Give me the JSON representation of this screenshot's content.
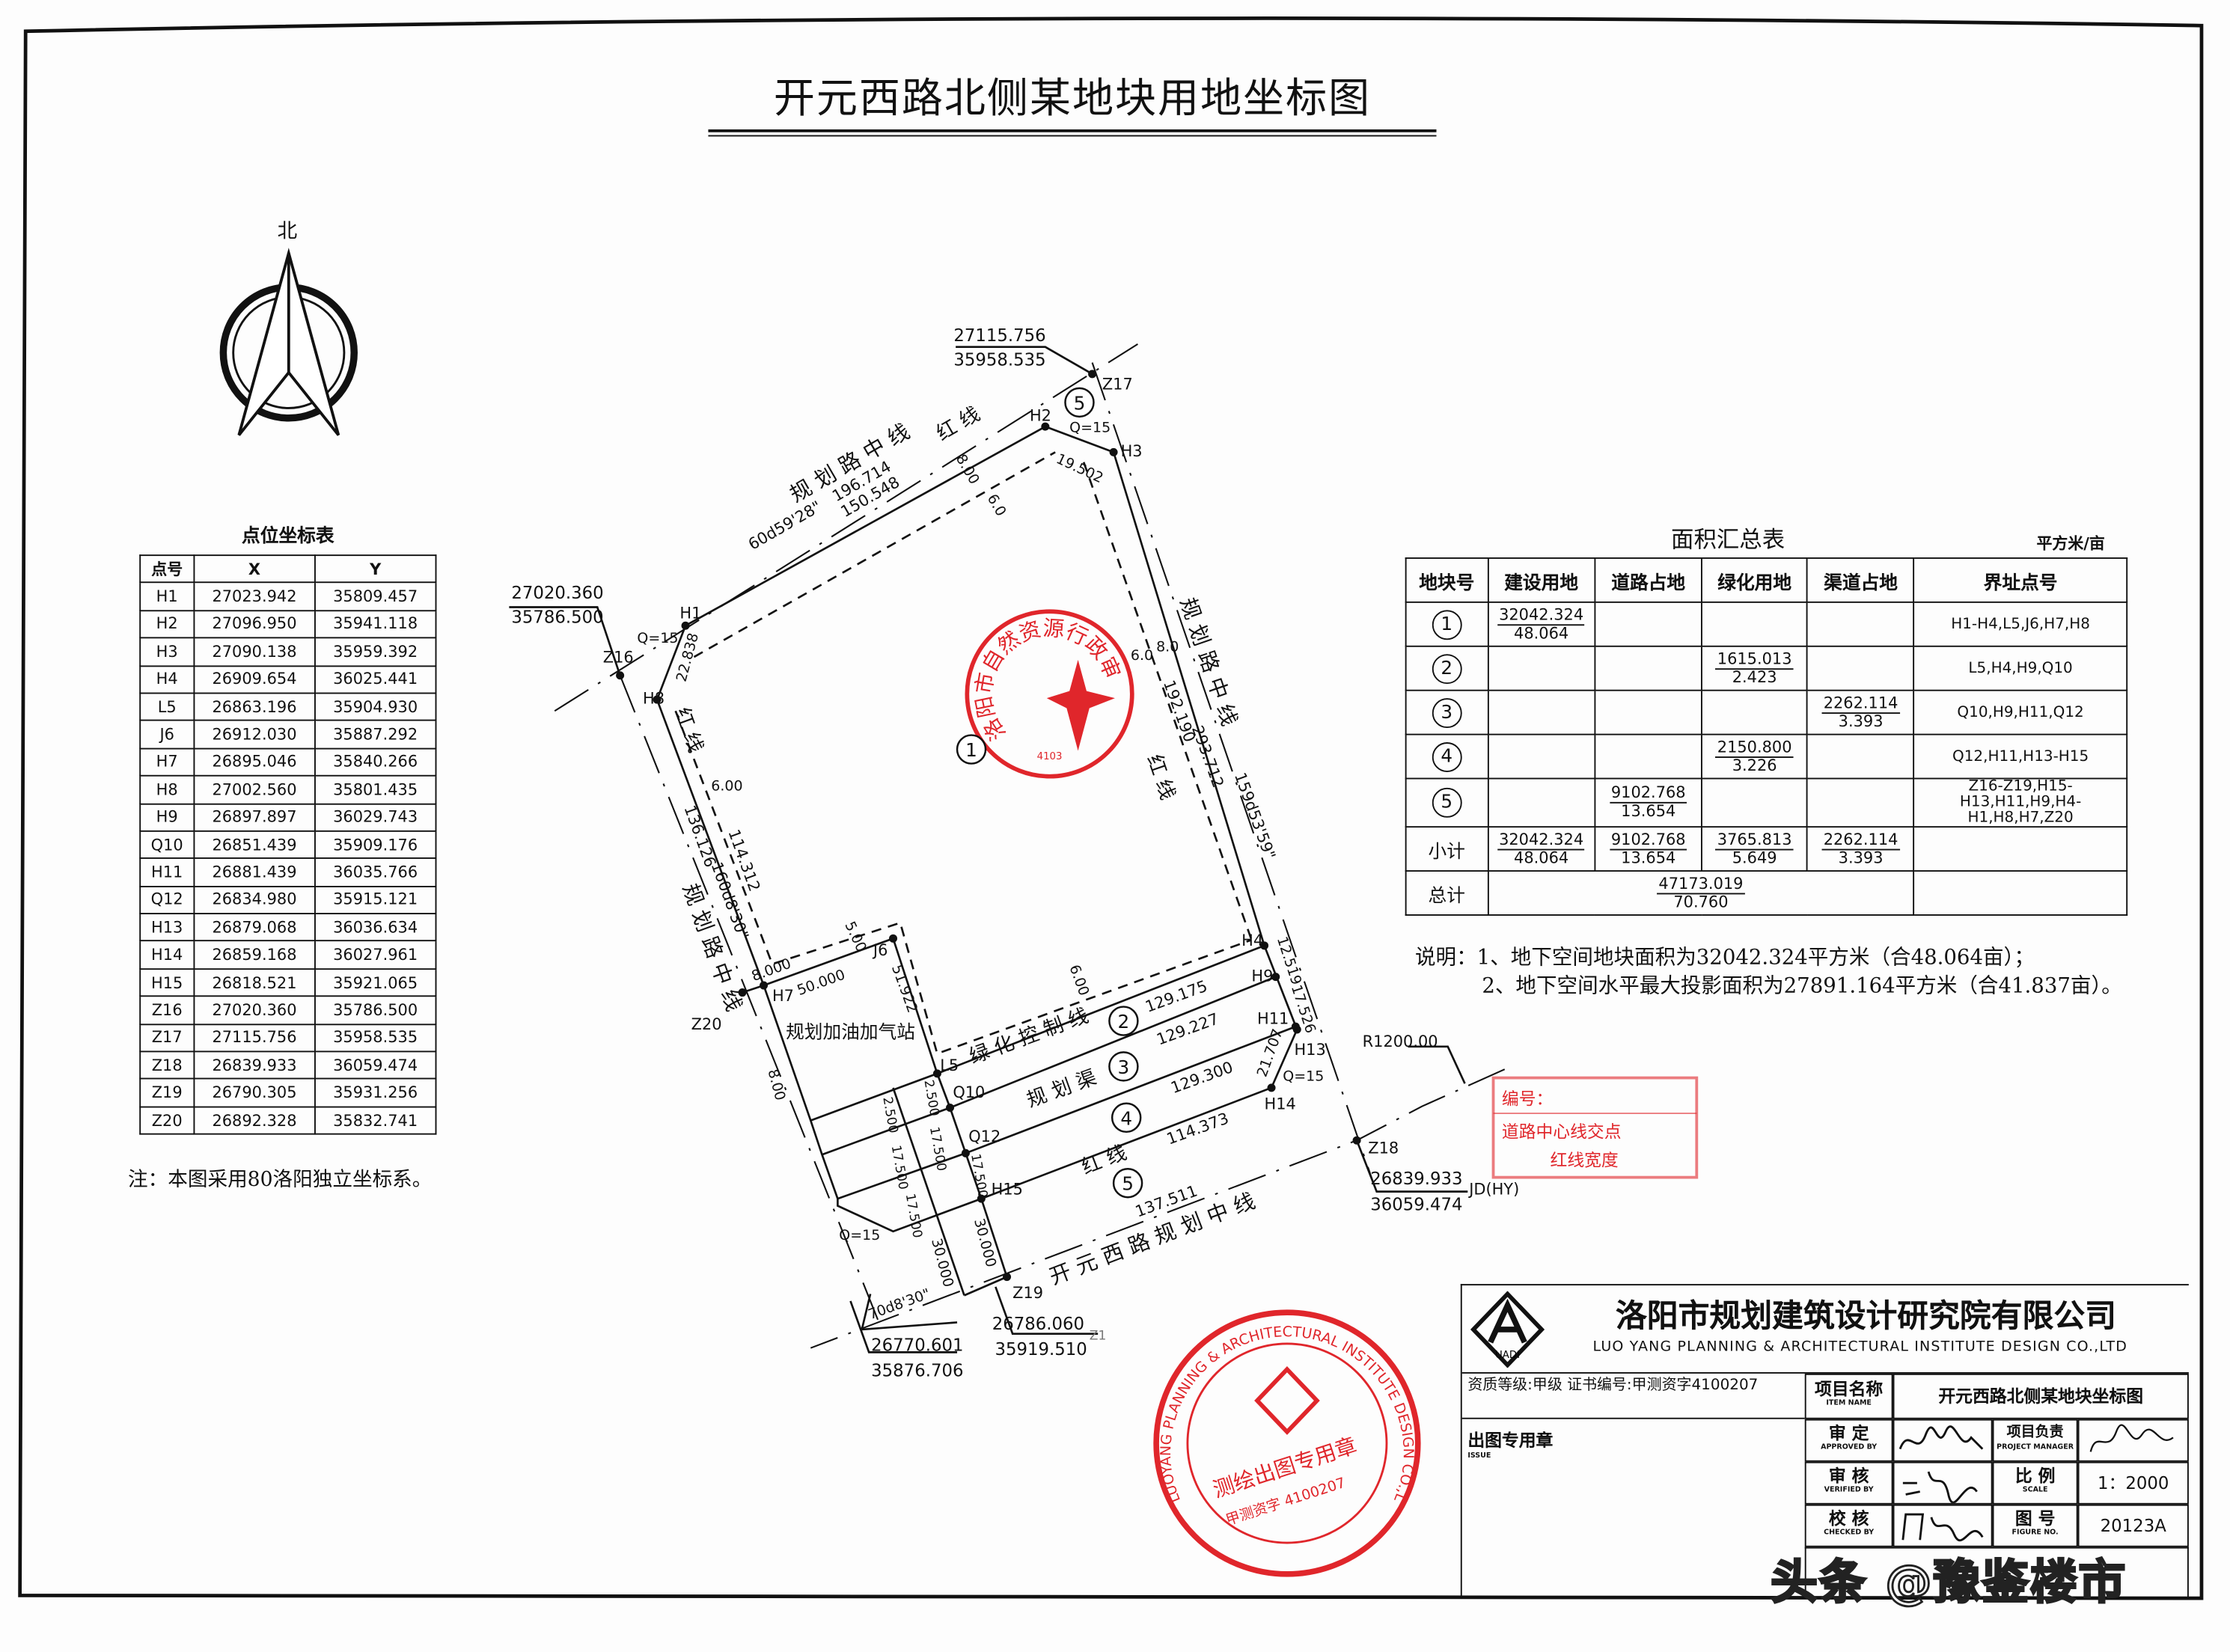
{
  "title": "开元西路北侧某地块用地坐标图",
  "north_label": "北",
  "coord_table": {
    "title": "点位坐标表",
    "headers": [
      "点号",
      "X",
      "Y"
    ],
    "rows": [
      [
        "H1",
        "27023.942",
        "35809.457"
      ],
      [
        "H2",
        "27096.950",
        "35941.118"
      ],
      [
        "H3",
        "27090.138",
        "35959.392"
      ],
      [
        "H4",
        "26909.654",
        "36025.441"
      ],
      [
        "L5",
        "26863.196",
        "35904.930"
      ],
      [
        "J6",
        "26912.030",
        "35887.292"
      ],
      [
        "H7",
        "26895.046",
        "35840.266"
      ],
      [
        "H8",
        "27002.560",
        "35801.435"
      ],
      [
        "H9",
        "26897.897",
        "36029.743"
      ],
      [
        "Q10",
        "26851.439",
        "35909.176"
      ],
      [
        "H11",
        "26881.439",
        "36035.766"
      ],
      [
        "Q12",
        "26834.980",
        "35915.121"
      ],
      [
        "H13",
        "26879.068",
        "36036.634"
      ],
      [
        "H14",
        "26859.168",
        "36027.961"
      ],
      [
        "H15",
        "26818.521",
        "35921.065"
      ],
      [
        "Z16",
        "27020.360",
        "35786.500"
      ],
      [
        "Z17",
        "27115.756",
        "35958.535"
      ],
      [
        "Z18",
        "26839.933",
        "36059.474"
      ],
      [
        "Z19",
        "26790.305",
        "35931.256"
      ],
      [
        "Z20",
        "26892.328",
        "35832.741"
      ]
    ],
    "note": "注：本图采用80洛阳独立坐标系。"
  },
  "area_table": {
    "title": "面积汇总表",
    "unit": "平方米/亩",
    "headers": [
      "地块号",
      "建设用地",
      "道路占地",
      "绿化用地",
      "渠道占地",
      "界址点号"
    ],
    "rows": [
      {
        "block": "1",
        "cells": [
          {
            "sqm": "32042.324",
            "mu": "48.064"
          },
          null,
          null,
          null
        ],
        "points": "H1-H4,L5,J6,H7,H8"
      },
      {
        "block": "2",
        "cells": [
          null,
          null,
          {
            "sqm": "1615.013",
            "mu": "2.423"
          },
          null
        ],
        "points": "L5,H4,H9,Q10"
      },
      {
        "block": "3",
        "cells": [
          null,
          null,
          null,
          {
            "sqm": "2262.114",
            "mu": "3.393"
          }
        ],
        "points": "Q10,H9,H11,Q12"
      },
      {
        "block": "4",
        "cells": [
          null,
          null,
          {
            "sqm": "2150.800",
            "mu": "3.226"
          },
          null
        ],
        "points": "Q12,H11,H13-H15"
      },
      {
        "block": "5",
        "cells": [
          null,
          {
            "sqm": "9102.768",
            "mu": "13.654"
          },
          null,
          null
        ],
        "points": "Z16-Z19,H15-H13,H11,H9,H4-H1,H8,H7,Z20"
      },
      {
        "block": "小计",
        "cells": [
          {
            "sqm": "32042.324",
            "mu": "48.064"
          },
          {
            "sqm": "9102.768",
            "mu": "13.654"
          },
          {
            "sqm": "3765.813",
            "mu": "5.649"
          },
          {
            "sqm": "2262.114",
            "mu": "3.393"
          }
        ],
        "points": ""
      }
    ],
    "total_label": "总计",
    "total": {
      "sqm": "47173.019",
      "mu": "70.760"
    },
    "notes": [
      "说明：1、地下空间地块面积为32042.324平方米（合48.064亩）；",
      "2、地下空间水平最大投影面积为27891.164平方米（合41.837亩）。"
    ]
  },
  "drawing": {
    "z17_x": "27115.756",
    "z17_y": "35958.535",
    "z16_x": "27020.360",
    "z16_y": "35786.500",
    "z18_x": "26839.933",
    "z18_y": "36059.474",
    "sw_x": "26770.601",
    "sw_y": "35876.706",
    "z19_x": "26786.060",
    "z19_y": "35919.510",
    "z19_tag": "Z1",
    "Z17": "Z17",
    "Z16": "Z16",
    "H2": "H2",
    "H3": "H3",
    "H1": "H1",
    "H8": "H8",
    "J6": "J6",
    "H7": "H7",
    "Z20": "Z20",
    "L5": "L5",
    "Q10": "Q10",
    "Q12": "Q12",
    "H15": "H15",
    "Z19": "Z19",
    "H4": "H4",
    "H9": "H9",
    "H11": "H11",
    "H13": "H13",
    "H14": "H14",
    "Z18": "Z18",
    "JD": "JD(HY)",
    "q15": "Q=15",
    "d_19502": "19.502",
    "d_22838": "22.838",
    "d_196714": "196.714",
    "d_150548": "150.548",
    "a_north": "60d59'28\"",
    "d_n800": "8.00",
    "d_n60": "6.0",
    "d_e60": "6.0",
    "d_e80": "8.0",
    "d_192190": "192.190",
    "d_293712": "293.712",
    "a_east": "159d53'59\"",
    "d_w600": "6.00",
    "d_136126": "136.126",
    "d_114312": "114.312",
    "a_west": "160d8'30\"",
    "d_8000": "8.000",
    "d_50000": "50.000",
    "d_g500": "5.00",
    "d_51922": "51.922",
    "d_w800": "8.00",
    "d_green600": "6.00",
    "d_129175": "129.175",
    "d_129227": "129.227",
    "d_129300": "129.300",
    "d_114373": "114.373",
    "d_137511": "137.511",
    "d_12519": "12.519",
    "d_17526": "17.526",
    "d_21707": "21.707",
    "d_2500": "2.500",
    "d_17500": "17.500",
    "d_30000": "30.000",
    "a_south": "70d8'30\"",
    "radius": "R1200.00",
    "road_north": "规 划 路 中 线",
    "road_east": "规 划 路 中 线",
    "road_west": "规 划 路 中 线",
    "road_south": "开 元 西 路 规 划 中 线",
    "red_line": "红 线",
    "gas_station": "规划加油加气站",
    "green_line": "绿 化 控 制 线",
    "channel": "规 划 渠",
    "block_1": "1",
    "block_2": "2",
    "block_3": "3",
    "block_4": "4",
    "block_5": "5"
  },
  "stamps": {
    "land_stamp": "洛阳市自然资源行政审",
    "land_stamp_code": "4103",
    "jd_stamp": [
      "编号：",
      "道路中心线交点",
      "红线宽度"
    ],
    "issue_stamp_main": "测绘出图专用章",
    "issue_stamp_code": "甲测资字 4100207",
    "issue_stamp_ring": "LUOYANG PLANNING & ARCHITECTURAL INSTITUTE DESIGN CO.,LTD",
    "stamp_color": "#e0262b"
  },
  "title_block": {
    "company": "洛阳市规划建筑设计研究院有限公司",
    "company_en": "LUO YANG PLANNING & ARCHITECTURAL INSTITUTE DESIGN CO.,LTD",
    "logo_text": "UADI",
    "qualification": "资质等级:甲级  证书编号:甲测资字4100207",
    "issue": "出图专用章",
    "issue_en": "ISSUE",
    "item_name_label": "项目名称",
    "item_name_en": "ITEM NAME",
    "item_name": "开元西路北侧某地块坐标图",
    "approved_label": "审 定",
    "approved_en": "APPROVED BY",
    "pm_label": "项目负责",
    "pm_en": "PROJECT MANAGER",
    "verified_label": "审 核",
    "verified_en": "VERIFIED BY",
    "scale_label": "比 例",
    "scale_en": "SCALE",
    "scale": "1：2000",
    "checked_label": "校 核",
    "checked_en": "CHECKED BY",
    "figure_label": "图 号",
    "figure_en": "FIGURE NO.",
    "figure": "20123A"
  },
  "watermark": "头条 @豫鉴楼市"
}
